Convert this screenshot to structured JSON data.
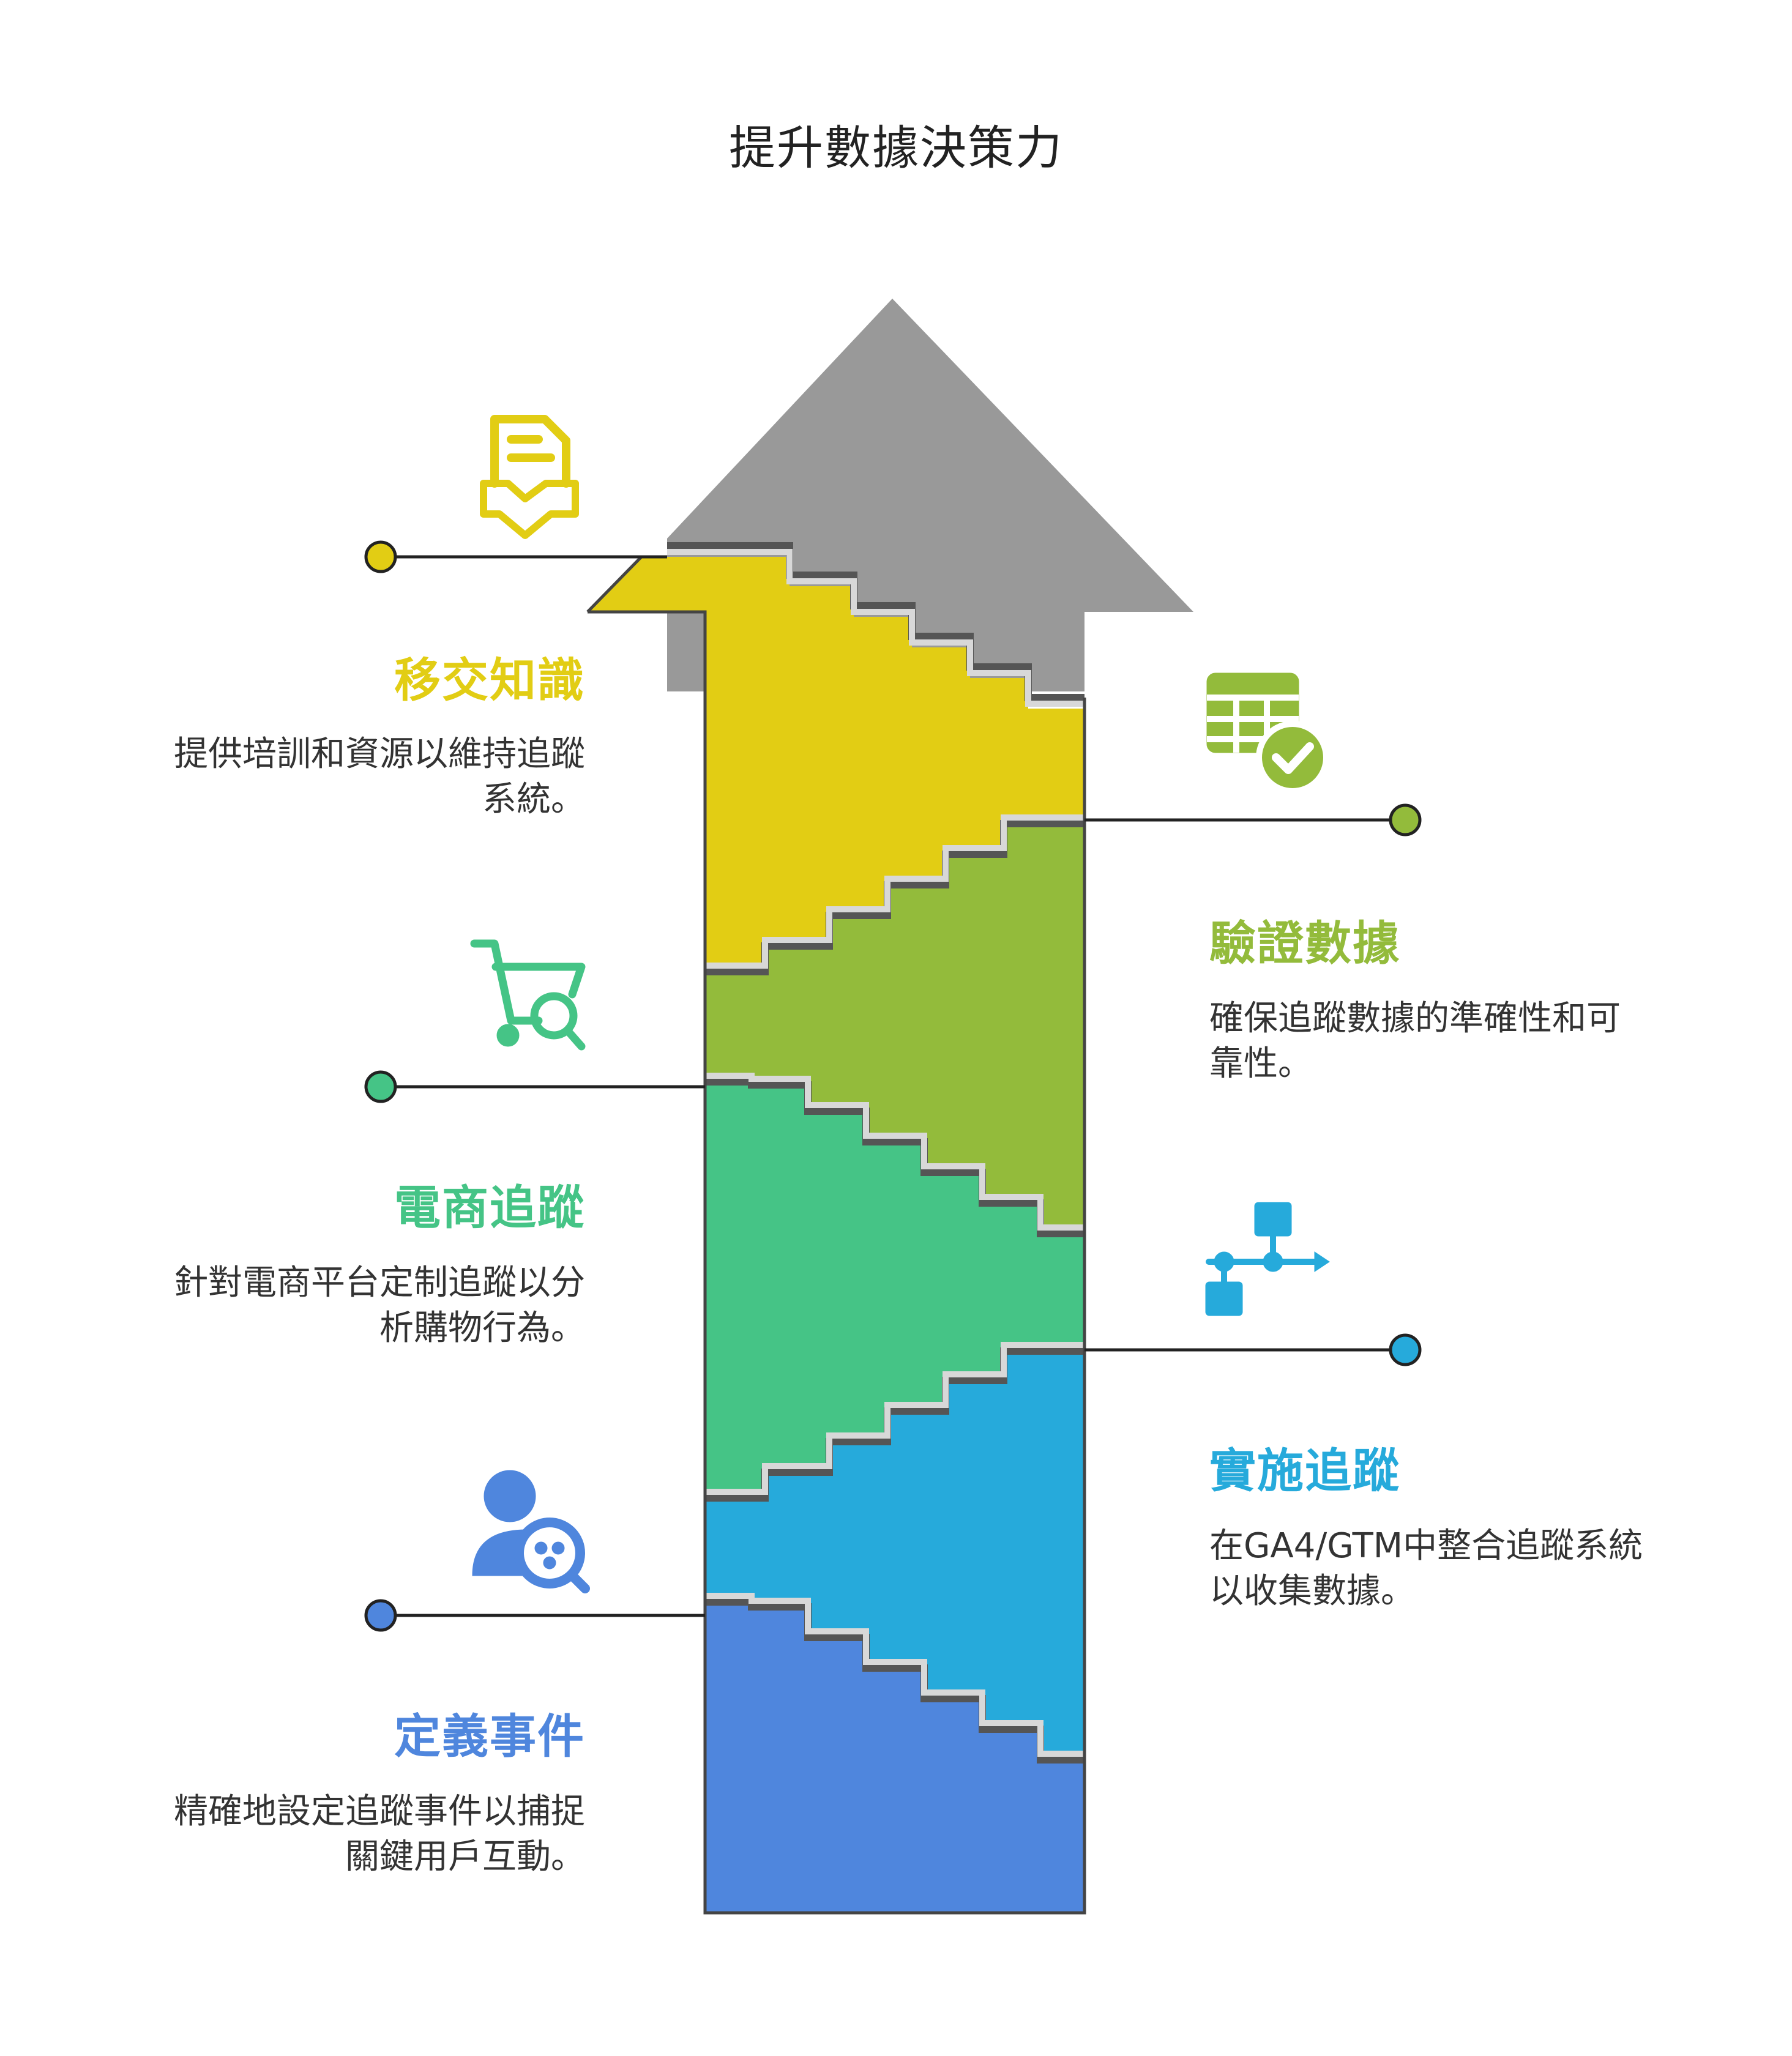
{
  "title": "提升數據決策力",
  "colors": {
    "arrow_head": "#999999",
    "step_edge": "#d8d8d8",
    "step_shadow": "#555555",
    "connector": "#222222"
  },
  "steps": [
    {
      "id": "define-events",
      "title": "定義事件",
      "desc_line1": "精確地設定追蹤事件以捕捉",
      "desc_line2": "關鍵用戶互動。",
      "color": "#4f86dd",
      "icon": "user-search-icon"
    },
    {
      "id": "implement-tracking",
      "title": "實施追蹤",
      "desc_line1": "在GA4/GTM中整合追蹤系統",
      "desc_line2": "以收集數據。",
      "color": "#26aadb",
      "icon": "workflow-icon"
    },
    {
      "id": "ecommerce-tracking",
      "title": "電商追蹤",
      "desc_line1": "針對電商平台定制追蹤以分",
      "desc_line2": "析購物行為。",
      "color": "#45c486",
      "icon": "cart-search-icon"
    },
    {
      "id": "validate-data",
      "title": "驗證數據",
      "desc_line1": "確保追蹤數據的準確性和可",
      "desc_line2": "靠性。",
      "color": "#93bb3b",
      "icon": "table-check-icon"
    },
    {
      "id": "transfer-knowledge",
      "title": "移交知識",
      "desc_line1": "提供培訓和資源以維持追蹤",
      "desc_line2": "系統。",
      "color": "#e2cd14",
      "icon": "document-handshake-icon"
    }
  ]
}
